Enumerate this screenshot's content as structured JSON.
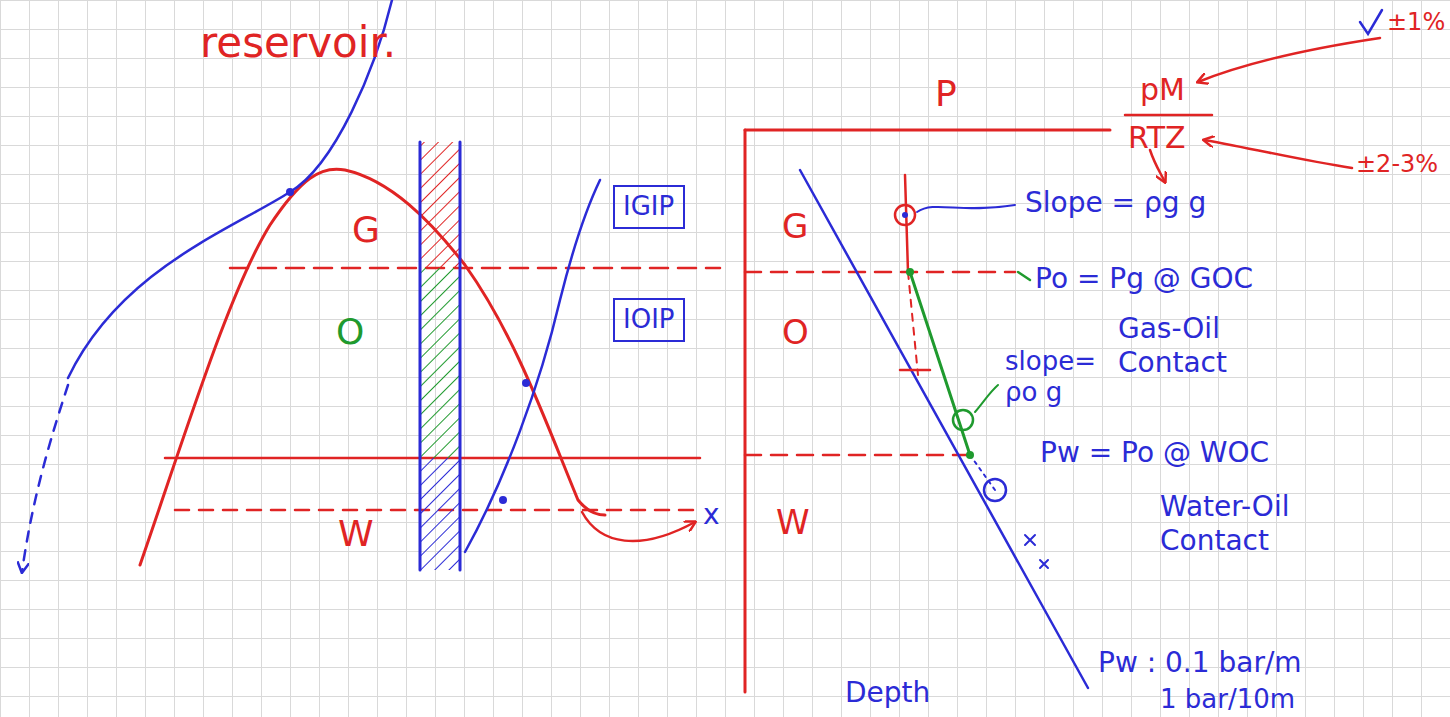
{
  "diagram": {
    "nodes": [
      {
        "text": [
          "IGIP"
        ]
      },
      {
        "text": [
          "IOIP"
        ]
      }
    ],
    "labels": [
      "reservoir.",
      "G",
      "O",
      "W",
      "x",
      "P",
      "G",
      "O",
      "W",
      "Depth",
      "pM",
      "RTZ",
      "±1%",
      "±2-3%",
      "Slope = ρg g",
      "Po = Pg @ GOC",
      "Gas-Oil Contact",
      "slope= ρo g",
      "Pw = Po @ WOC",
      "Water-Oil Contact",
      "Pw : 0.1 bar/m",
      "1 bar/10m"
    ]
  }
}
